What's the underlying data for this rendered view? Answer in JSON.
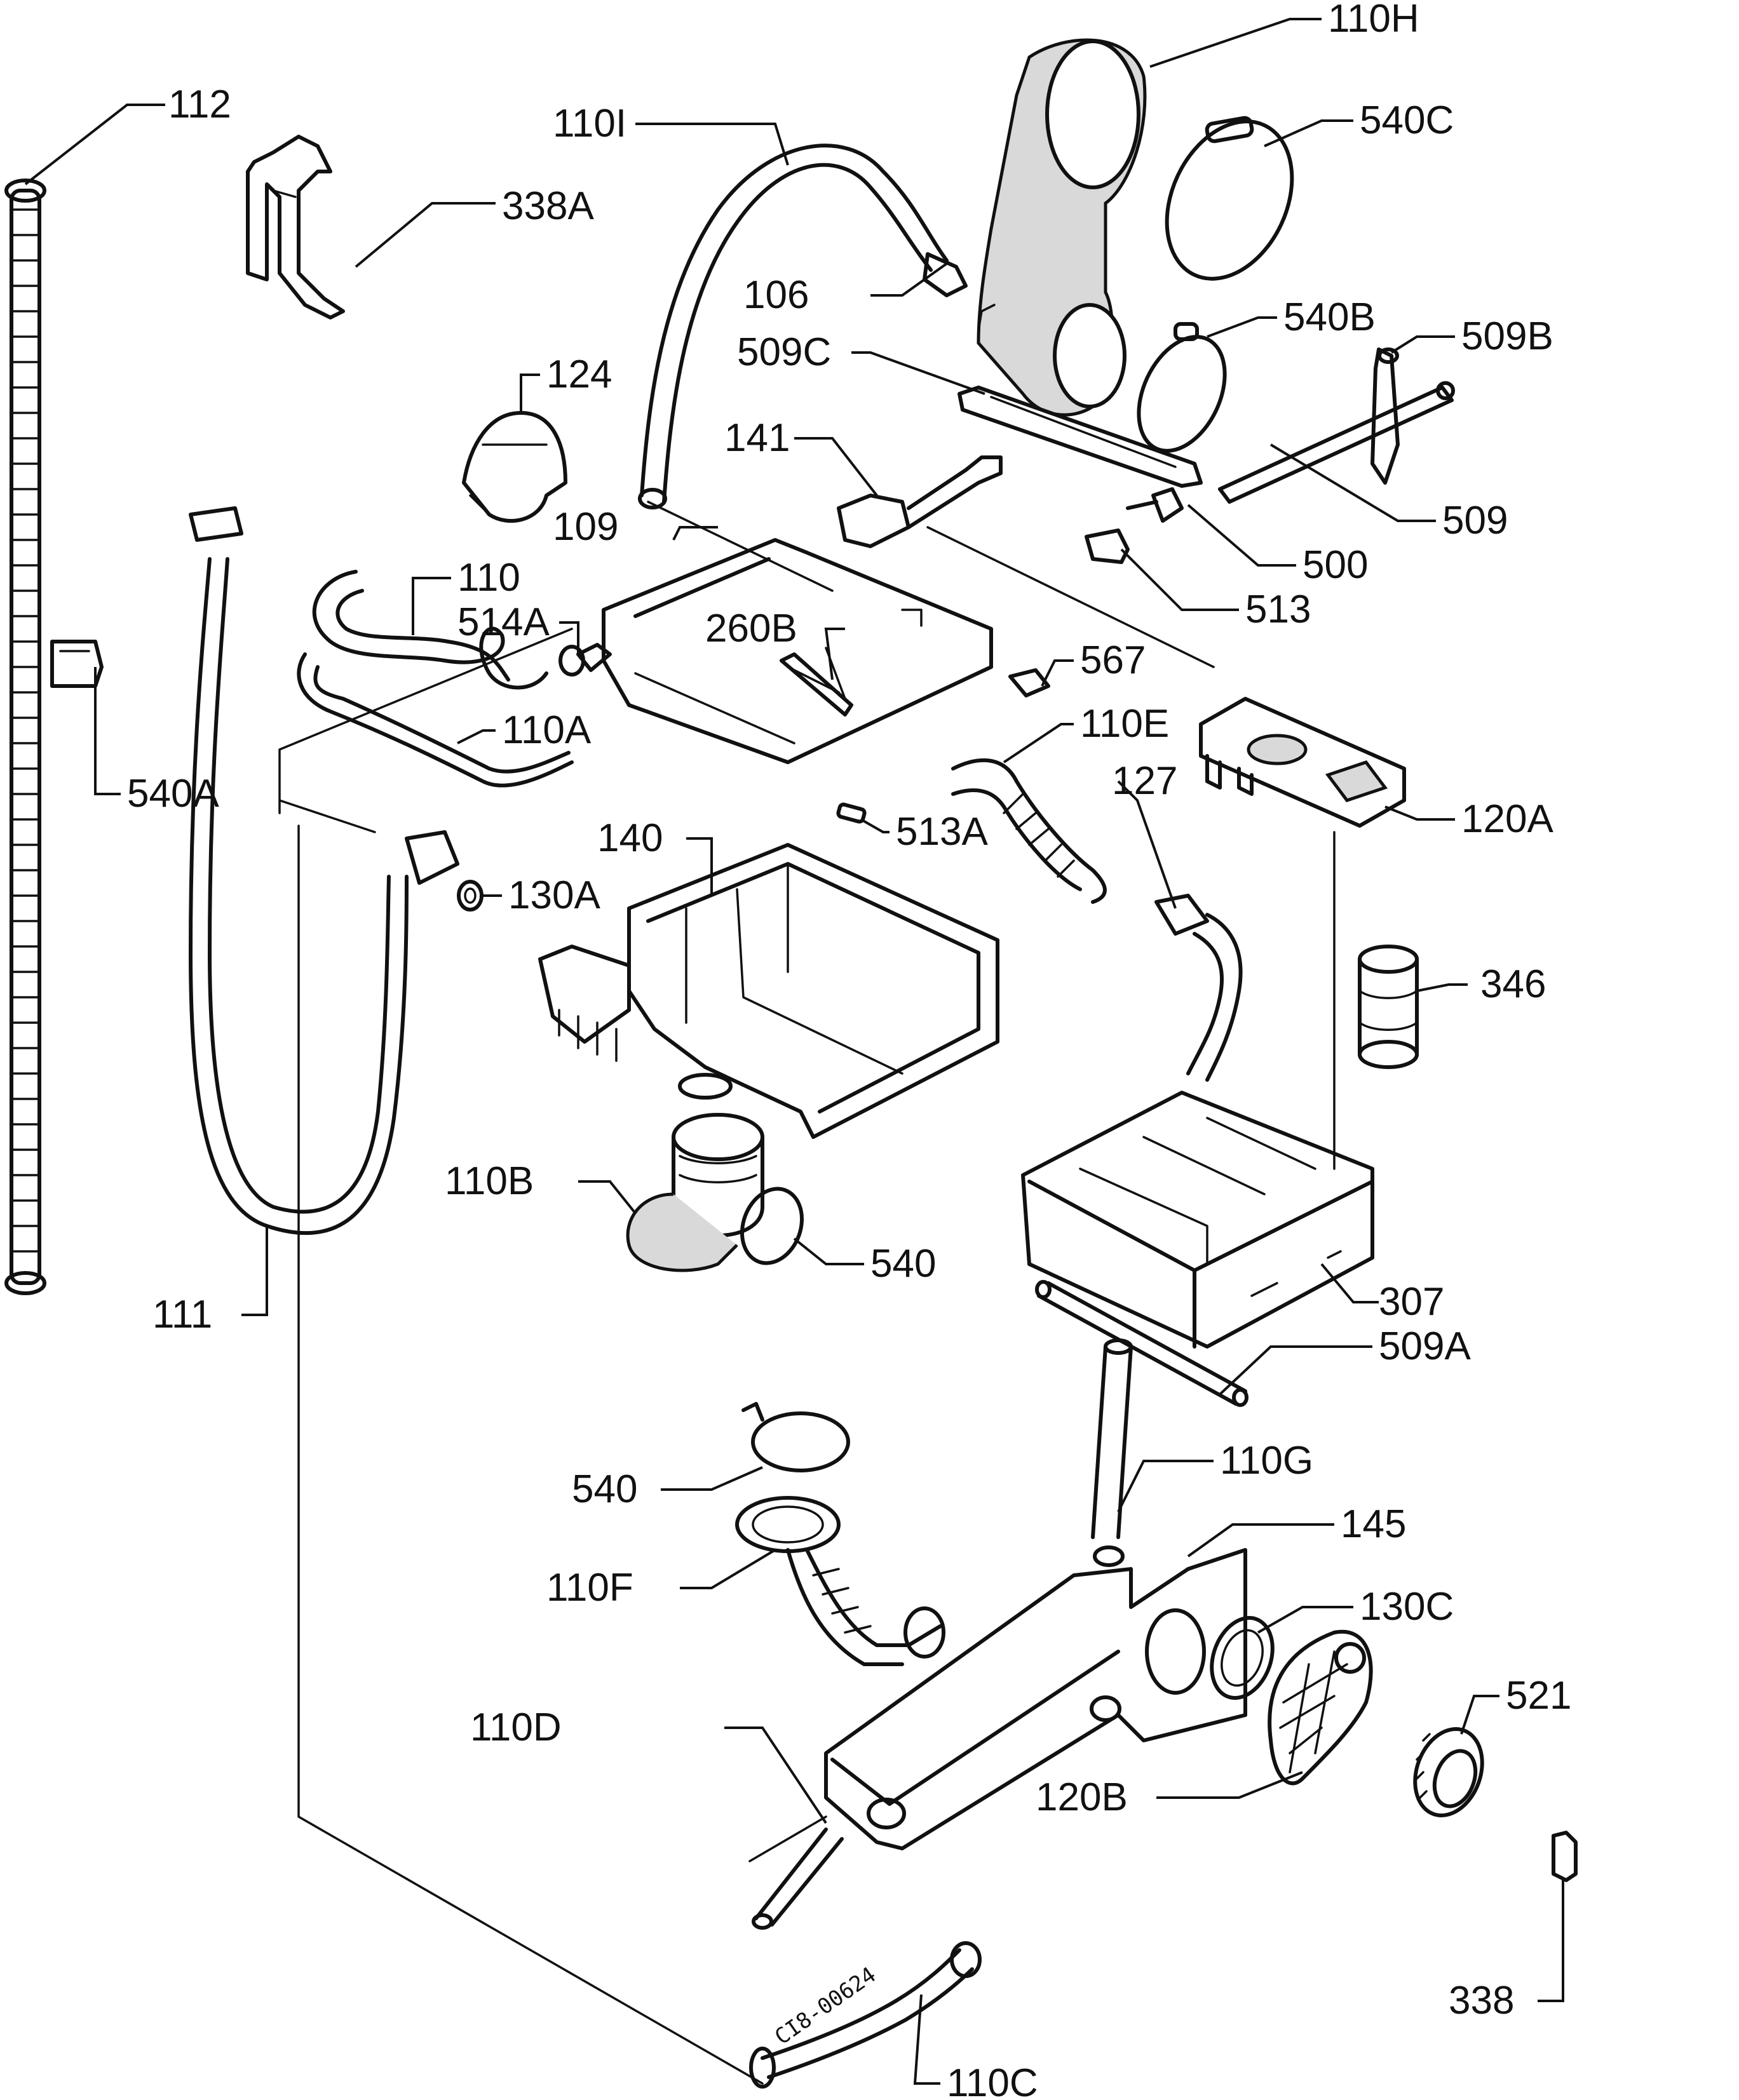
{
  "drawing_code": "CI8-00624",
  "labels": {
    "l112": "112",
    "l338A": "338A",
    "l110I": "110I",
    "l110H": "110H",
    "l540C": "540C",
    "l106": "106",
    "l540B": "540B",
    "l509B": "509B",
    "l509C": "509C",
    "l124": "124",
    "l141": "141",
    "l109": "109",
    "l509": "509",
    "l500": "500",
    "l513": "513",
    "l110": "110",
    "l514A": "514A",
    "l260B": "260B",
    "l567": "567",
    "l540A": "540A",
    "l110A": "110A",
    "l110E": "110E",
    "l127": "127",
    "l120A": "120A",
    "l140": "140",
    "l513A": "513A",
    "l130A": "130A",
    "l346": "346",
    "l110B": "110B",
    "l540a": "540",
    "l307": "307",
    "l509A": "509A",
    "l111": "111",
    "l540b": "540",
    "l110G": "110G",
    "l145": "145",
    "l110F": "110F",
    "l130C": "130C",
    "l521": "521",
    "l110D": "110D",
    "l120B": "120B",
    "l338": "338",
    "l110C": "110C"
  }
}
